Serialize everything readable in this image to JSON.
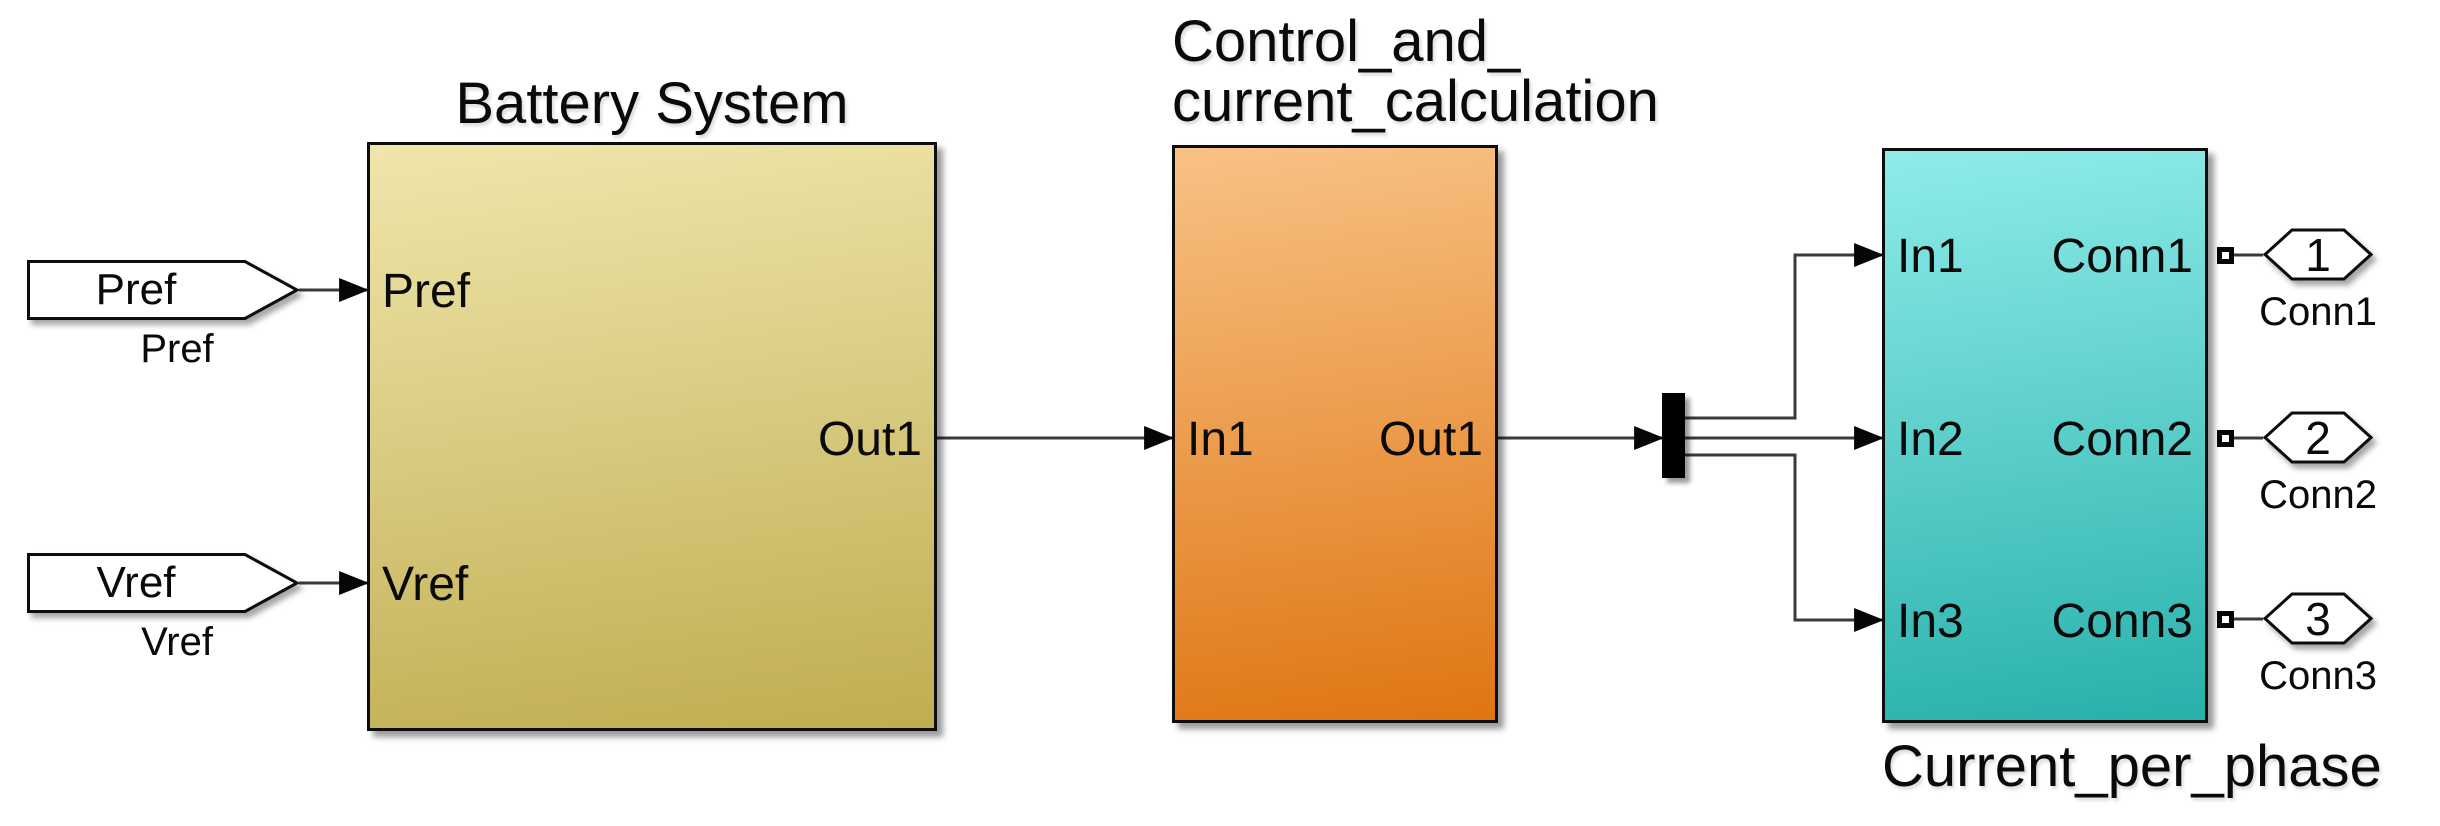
{
  "blocks": {
    "battery": {
      "title": "Battery System",
      "port_pref": "Pref",
      "port_vref": "Vref",
      "port_out": "Out1"
    },
    "control": {
      "title_line1": "Control_and_",
      "title_line2": "current_calculation",
      "port_in": "In1",
      "port_out": "Out1"
    },
    "phase": {
      "title": "Current_per_phase",
      "port_in1": "In1",
      "port_in2": "In2",
      "port_in3": "In3",
      "port_conn1": "Conn1",
      "port_conn2": "Conn2",
      "port_conn3": "Conn3"
    }
  },
  "tags": {
    "pref": {
      "text": "Pref",
      "label": "Pref"
    },
    "vref": {
      "text": "Vref",
      "label": "Vref"
    }
  },
  "outports": [
    {
      "number": "1",
      "label": "Conn1"
    },
    {
      "number": "2",
      "label": "Conn2"
    },
    {
      "number": "3",
      "label": "Conn3"
    }
  ],
  "colors": {
    "battery-top": "#F0E6AC",
    "battery-bottom": "#BFAD50",
    "orange-top": "#F8C285",
    "orange-bottom": "#DF7512",
    "teal-top": "#8FECE9",
    "teal-bottom": "#28B0AB",
    "wire": "#3A3A3A",
    "ink": "#060606"
  }
}
